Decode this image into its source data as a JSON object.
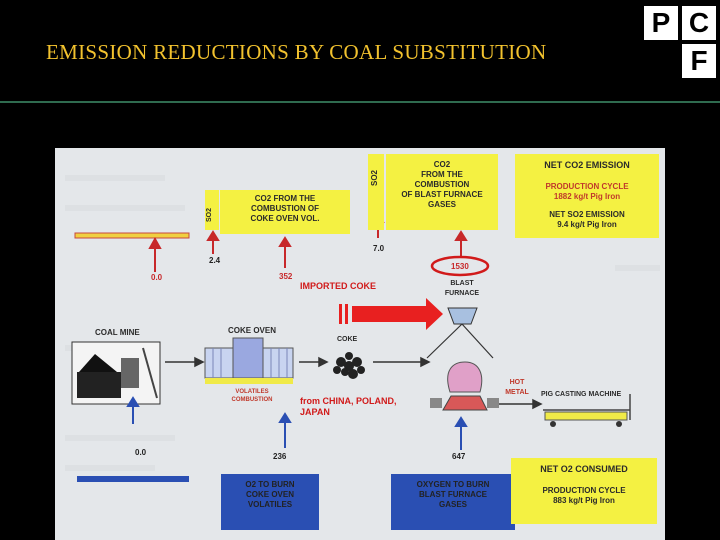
{
  "title": "EMISSION REDUCTIONS BY COAL SUBSTITUTION",
  "logo": {
    "letters": [
      "P",
      "C",
      "F"
    ]
  },
  "colors": {
    "title": "#f2c22e",
    "divider": "#2f6b4f",
    "yellow_box": "#f4f142",
    "blue_box": "#2a4fb3",
    "red_arrow": "#e82020",
    "red_text": "#d11a1a"
  },
  "diagram": {
    "so2_tag_small": "SO2",
    "co2_coke_oven": "CO2 FROM THE\nCOMBUSTION OF\nCOKE OVEN VOL.",
    "so2_tag_large": "SO2",
    "co2_blast_furnace": "CO2\nFROM THE\nCOMBUSTION\nOF BLAST FURNACE\nGASES",
    "net_co2_heading": "NET CO2 EMISSION",
    "production_cycle_1": "PRODUCTION CYCLE\n1882 kg/t Pig Iron",
    "net_so2": "NET SO2 EMISSION\n9.4 kg/t Pig Iron",
    "val_0_0_top": "0.0",
    "val_2_4": "2.4",
    "val_352": "352",
    "val_7_0": "7.0",
    "val_1530": "1530",
    "imported_coke": "IMPORTED COKE",
    "blast_furnace": "BLAST\nFURNACE",
    "coal_mine": "COAL MINE",
    "coke_oven": "COKE OVEN",
    "coke": "COKE",
    "volatiles_combustion": "VOLATILES\nCOMBUSTION",
    "hot_metal": "HOT\nMETAL",
    "pig_casting_machine": "PIG CASTING MACHINE",
    "from_countries": "from CHINA, POLAND,\nJAPAN",
    "val_0_0_bottom": "0.0",
    "val_236": "236",
    "val_647": "647",
    "o2_coke_oven": "O2 TO BURN\nCOKE OVEN\nVOLATILES",
    "o2_blast_furnace": "OXYGEN TO BURN\nBLAST FURNACE\nGASES",
    "net_o2_heading": "NET O2 CONSUMED",
    "production_cycle_2": "PRODUCTION CYCLE\n883 kg/t Pig Iron"
  }
}
